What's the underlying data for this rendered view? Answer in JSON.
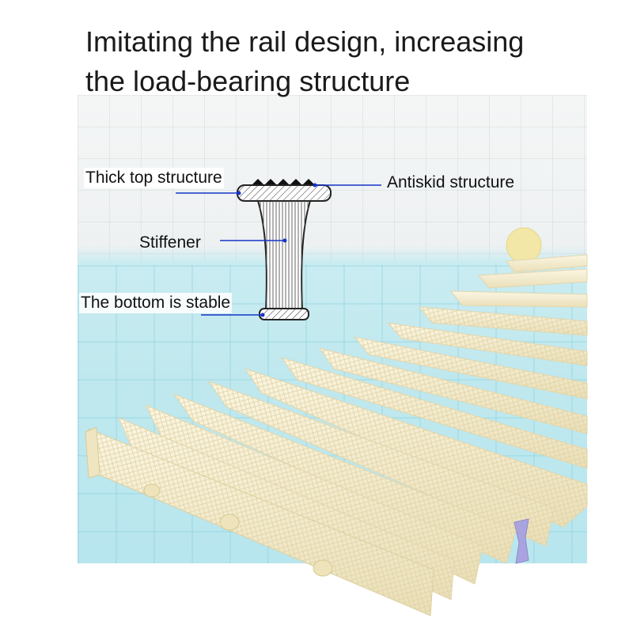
{
  "headline": {
    "line1": "Imitating the rail design, increasing",
    "line2": "the load-bearing structure"
  },
  "callouts": {
    "thick_top": "Thick top structure",
    "antiskid": "Antiskid structure",
    "stiffener": "Stiffener",
    "bottom": "The bottom is stable"
  },
  "colors": {
    "callout_line": "#1434c8",
    "grating": "#f6efd6",
    "water": "#bfe8ee"
  }
}
